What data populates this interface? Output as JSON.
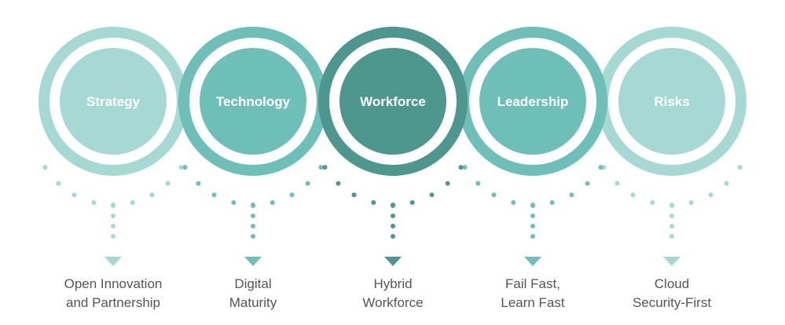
{
  "items": [
    {
      "title": "Strategy",
      "caption": [
        "Open Innovation",
        "and Partnership"
      ],
      "outer": "#a7d9d4",
      "inner": "#a7d9d4",
      "accent": "#a7d9d4"
    },
    {
      "title": "Technology",
      "caption": [
        "Digital",
        "Maturity"
      ],
      "outer": "#6fbfb9",
      "inner": "#6fbfb9",
      "accent": "#6fbfb9"
    },
    {
      "title": "Workforce",
      "caption": [
        "Hybrid",
        "Workforce"
      ],
      "outer": "#4e978f",
      "inner": "#4e978f",
      "accent": "#4e978f"
    },
    {
      "title": "Leadership",
      "caption": [
        "Fail Fast,",
        "Learn Fast"
      ],
      "outer": "#6fbfb9",
      "inner": "#6fbfb9",
      "accent": "#6fbfb9"
    },
    {
      "title": "Risks",
      "caption": [
        "Cloud",
        "Security-First"
      ],
      "outer": "#a7d9d4",
      "inner": "#a7d9d4",
      "accent": "#a7d9d4"
    }
  ],
  "colors": {
    "ring_gap": "#ffffff",
    "caption_text": "#555555"
  }
}
